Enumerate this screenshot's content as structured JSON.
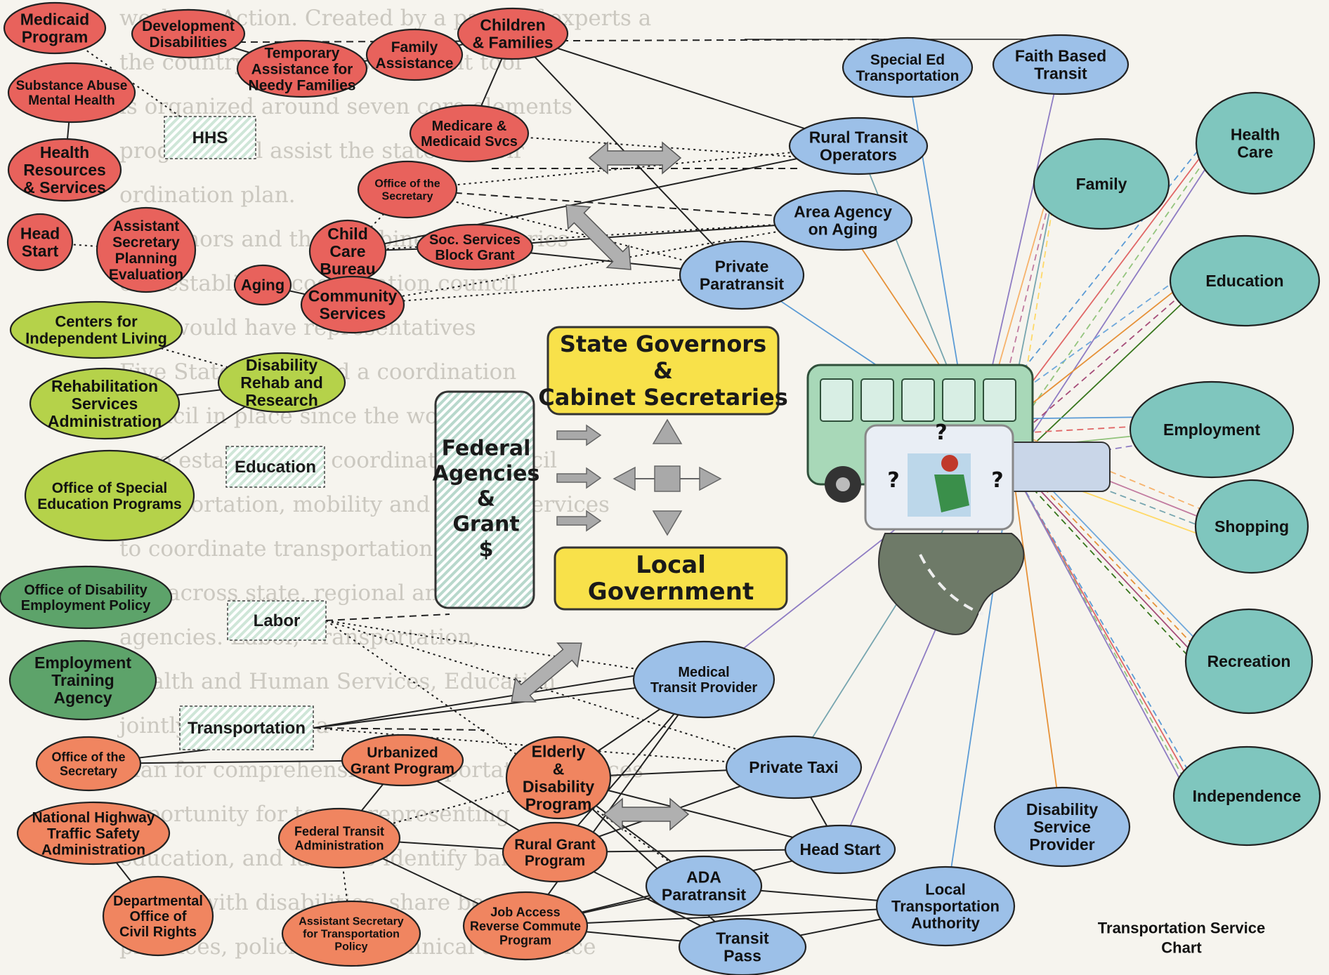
{
  "background_text": [
    "work for Action. Created by a panel of experts a",
    "the country, the self-assessment tool",
    "is organized around seven core elements",
    "progress will assist the state in their",
    "ordination plan.",
    "Governors and their Cabinet Secretaries",
    "can establish a coordination council",
    "that would have representatives",
    "Five States have had a coordination",
    "council in place since the workshop",
    "have established a coordination council",
    "transportation, mobility and human services",
    "to coordinate transportation services",
    "and across state, regional and local",
    "agencies. Labor, Transportation,",
    "Health and Human Services, Education",
    "jointly sponsored a",
    "plan for comprehensive transportation services",
    "opportunity for teams representing",
    "education, and labor to identify barriers",
    "people with disabilities, share best",
    "practices, policies and technical assistance"
  ],
  "nodes": [
    {
      "id": "medicaid",
      "lines": [
        "Medicaid",
        "Program"
      ],
      "fill": "#e8625c"
    },
    {
      "id": "devdis",
      "lines": [
        "Development",
        "Disabilities"
      ],
      "fill": "#e8625c"
    },
    {
      "id": "tanf",
      "lines": [
        "Temporary",
        "Assistance for",
        "Needy Families"
      ],
      "fill": "#e8625c"
    },
    {
      "id": "famassist",
      "lines": [
        "Family",
        "Assistance"
      ],
      "fill": "#e8625c"
    },
    {
      "id": "children",
      "lines": [
        "Children",
        "& Families"
      ],
      "fill": "#e8625c"
    },
    {
      "id": "substance",
      "lines": [
        "Substance Abuse",
        "Mental Health"
      ],
      "fill": "#e8625c"
    },
    {
      "id": "hrsa",
      "lines": [
        "Health",
        "Resources",
        "& Services"
      ],
      "fill": "#e8625c"
    },
    {
      "id": "medicare",
      "lines": [
        "Medicare &",
        "Medicaid Svcs"
      ],
      "fill": "#e8625c"
    },
    {
      "id": "oshhs",
      "lines": [
        "Office of the",
        "Secretary"
      ],
      "fill": "#e8625c"
    },
    {
      "id": "headstart_r",
      "lines": [
        "Head",
        "Start"
      ],
      "fill": "#e8625c"
    },
    {
      "id": "aspe",
      "lines": [
        "Assistant",
        "Secretary",
        "Planning",
        "Evaluation"
      ],
      "fill": "#e8625c"
    },
    {
      "id": "childcare",
      "lines": [
        "Child",
        "Care",
        "Bureau"
      ],
      "fill": "#e8625c"
    },
    {
      "id": "ssbg",
      "lines": [
        "Soc. Services",
        "Block Grant"
      ],
      "fill": "#e8625c"
    },
    {
      "id": "aging",
      "lines": [
        "Aging"
      ],
      "fill": "#e8625c"
    },
    {
      "id": "community",
      "lines": [
        "Community",
        "Services"
      ],
      "fill": "#e8625c"
    },
    {
      "id": "cil",
      "lines": [
        "Centers for",
        "Independent Living"
      ],
      "fill": "#b5d24a"
    },
    {
      "id": "rsa",
      "lines": [
        "Rehabilitation",
        "Services",
        "Administration"
      ],
      "fill": "#b5d24a"
    },
    {
      "id": "nidrr",
      "lines": [
        "Disability",
        "Rehab and",
        "Research"
      ],
      "fill": "#b5d24a"
    },
    {
      "id": "osep",
      "lines": [
        "Office of Special",
        "Education Programs"
      ],
      "fill": "#b5d24a"
    },
    {
      "id": "odep",
      "lines": [
        "Office of Disability",
        "Employment Policy"
      ],
      "fill": "#5da36a"
    },
    {
      "id": "eta",
      "lines": [
        "Employment",
        "Training",
        "Agency"
      ],
      "fill": "#5da36a"
    },
    {
      "id": "osdot",
      "lines": [
        "Office of the",
        "Secretary"
      ],
      "fill": "#f08560"
    },
    {
      "id": "urbanized",
      "lines": [
        "Urbanized",
        "Grant Program"
      ],
      "fill": "#f08560"
    },
    {
      "id": "elderly",
      "lines": [
        "Elderly",
        "&",
        "Disability",
        "Program"
      ],
      "fill": "#f08560"
    },
    {
      "id": "nhtsa",
      "lines": [
        "National Highway",
        "Traffic Safety",
        "Administration"
      ],
      "fill": "#f08560"
    },
    {
      "id": "fta",
      "lines": [
        "Federal Transit",
        "Administration"
      ],
      "fill": "#f08560"
    },
    {
      "id": "ruralgrant",
      "lines": [
        "Rural Grant",
        "Program"
      ],
      "fill": "#f08560"
    },
    {
      "id": "docr",
      "lines": [
        "Departmental",
        "Office of",
        "Civil Rights"
      ],
      "fill": "#f08560"
    },
    {
      "id": "astp",
      "lines": [
        "Assistant Secretary",
        "for Transportation",
        "Policy"
      ],
      "fill": "#f08560"
    },
    {
      "id": "jarc",
      "lines": [
        "Job Access",
        "Reverse Commute",
        "Program"
      ],
      "fill": "#f08560"
    },
    {
      "id": "specialed",
      "lines": [
        "Special Ed",
        "Transportation"
      ],
      "fill": "#9cc0e8"
    },
    {
      "id": "faith",
      "lines": [
        "Faith Based",
        "Transit"
      ],
      "fill": "#9cc0e8"
    },
    {
      "id": "rural",
      "lines": [
        "Rural Transit",
        "Operators"
      ],
      "fill": "#9cc0e8"
    },
    {
      "id": "aaa",
      "lines": [
        "Area Agency",
        "on Aging"
      ],
      "fill": "#9cc0e8"
    },
    {
      "id": "pparatransit",
      "lines": [
        "Private",
        "Paratransit"
      ],
      "fill": "#9cc0e8"
    },
    {
      "id": "medtransit",
      "lines": [
        "Medical",
        "Transit Provider"
      ],
      "fill": "#9cc0e8"
    },
    {
      "id": "taxi",
      "lines": [
        "Private Taxi"
      ],
      "fill": "#9cc0e8"
    },
    {
      "id": "dsp",
      "lines": [
        "Disability",
        "Service",
        "Provider"
      ],
      "fill": "#9cc0e8"
    },
    {
      "id": "headstart_b",
      "lines": [
        "Head Start"
      ],
      "fill": "#9cc0e8"
    },
    {
      "id": "ada",
      "lines": [
        "ADA",
        "Paratransit"
      ],
      "fill": "#9cc0e8"
    },
    {
      "id": "lta",
      "lines": [
        "Local",
        "Transportation",
        "Authority"
      ],
      "fill": "#9cc0e8"
    },
    {
      "id": "tpass",
      "lines": [
        "Transit",
        "Pass"
      ],
      "fill": "#9cc0e8"
    },
    {
      "id": "health",
      "lines": [
        "Health",
        "Care"
      ],
      "fill": "#7fc6be"
    },
    {
      "id": "family",
      "lines": [
        "Family"
      ],
      "fill": "#7fc6be"
    },
    {
      "id": "education_t",
      "lines": [
        "Education"
      ],
      "fill": "#7fc6be"
    },
    {
      "id": "employment",
      "lines": [
        "Employment"
      ],
      "fill": "#7fc6be"
    },
    {
      "id": "shopping",
      "lines": [
        "Shopping"
      ],
      "fill": "#7fc6be"
    },
    {
      "id": "recreation",
      "lines": [
        "Recreation"
      ],
      "fill": "#7fc6be"
    },
    {
      "id": "independence",
      "lines": [
        "Independence"
      ],
      "fill": "#7fc6be"
    }
  ],
  "dept_labels": [
    {
      "id": "hhs",
      "text": "HHS"
    },
    {
      "id": "education",
      "text": "Education"
    },
    {
      "id": "labor",
      "text": "Labor"
    },
    {
      "id": "transportation",
      "text": "Transportation"
    }
  ],
  "boxes": {
    "state": [
      "State Governors",
      "&",
      "Cabinet Secretaries"
    ],
    "local": [
      "Local",
      "Government"
    ],
    "federal": [
      "Federal",
      "Agencies",
      "&",
      "Grant",
      "$"
    ]
  },
  "question_marks": [
    "?",
    "?",
    "?"
  ],
  "caption": [
    "Transportation Service",
    "Chart"
  ],
  "colors": {
    "hhs": "#e8625c",
    "education": "#b5d24a",
    "labor": "#5da36a",
    "transportation": "#f08560",
    "provider": "#9cc0e8",
    "destination": "#7fc6be",
    "gov_box": "#f8e14a",
    "federal_box": "#b8d8cc",
    "arrow": "#a9a9a9"
  }
}
